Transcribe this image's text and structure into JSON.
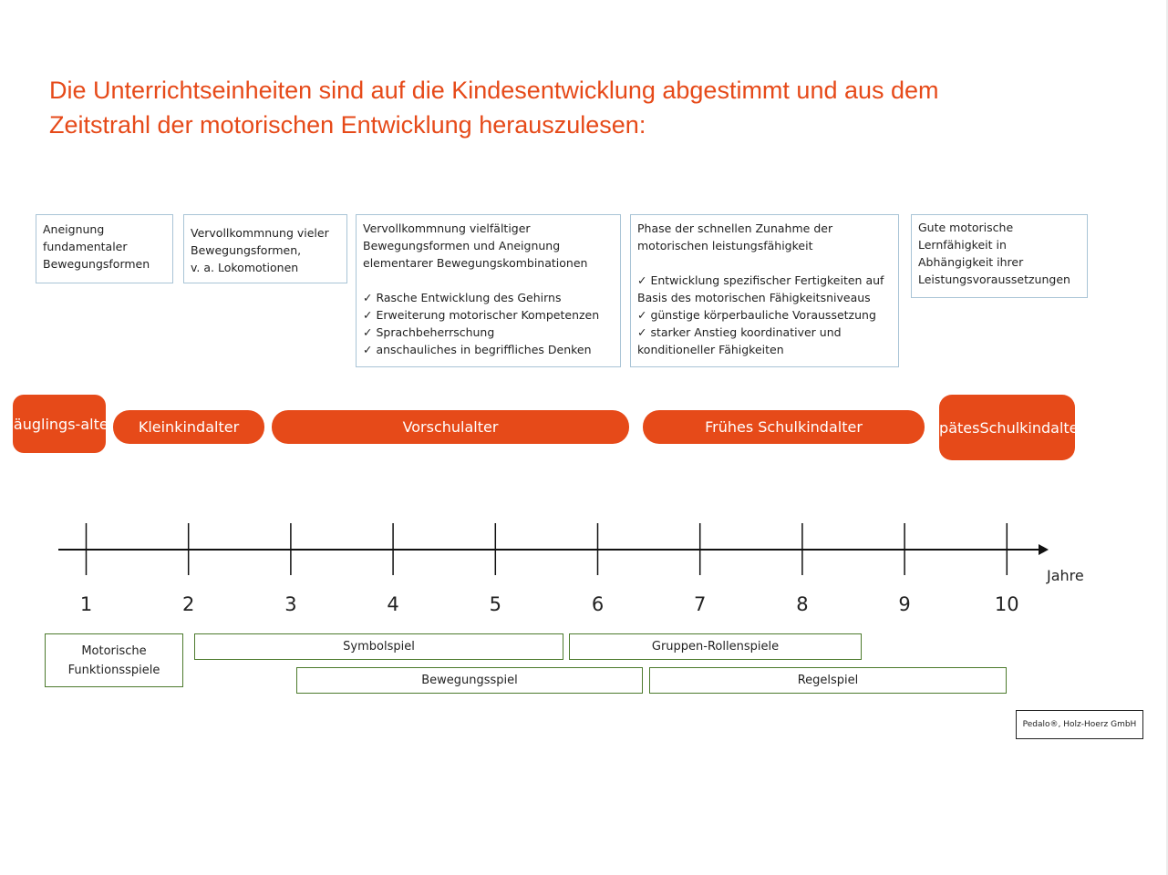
{
  "title": {
    "line1": "Die Unterrichtseinheiten sind auf  die Kindesentwicklung abgestimmt und aus dem",
    "line2": "Zeitstrahl der motorischen Entwicklung herauszulesen:"
  },
  "info_boxes": [
    {
      "lines": [
        "Aneignung",
        "fundamentaler",
        "Bewegungsformen"
      ]
    },
    {
      "lines": [
        "Vervollkommnung vieler",
        "Bewegungsformen,",
        "v. a. Lokomotionen"
      ]
    },
    {
      "lines": [
        "Vervollkommnung vielfältiger",
        "Bewegungsformen und Aneignung",
        "elementarer Bewegungskombinationen",
        "",
        "✓ Rasche Entwicklung des Gehirns",
        "✓ Erweiterung motorischer Kompetenzen",
        "✓ Sprachbeherrschung",
        "✓ anschauliches in begriffliches Denken"
      ]
    },
    {
      "lines": [
        "Phase der schnellen Zunahme der",
        "motorischen leistungsfähigkeit",
        "",
        "✓ Entwicklung spezifischer Fertigkeiten auf",
        "Basis des motorischen Fähigkeitsniveaus",
        "✓ günstige körperbauliche Voraussetzung",
        "✓ starker Anstieg koordinativer und",
        "konditioneller Fähigkeiten"
      ]
    },
    {
      "lines": [
        "Gute motorische",
        "Lernfähigkeit in",
        "Abhängigkeit ihrer",
        "Leistungsvoraussetzungen"
      ]
    }
  ],
  "phases": [
    {
      "lines": [
        "Säuglings-",
        "alter"
      ]
    },
    {
      "lines": [
        "Kleinkindalter"
      ]
    },
    {
      "lines": [
        "Vorschulalter"
      ]
    },
    {
      "lines": [
        "Frühes Schulkindalter"
      ]
    },
    {
      "lines": [
        "Spätes",
        "Schulkindalter"
      ]
    }
  ],
  "timeline": {
    "ticks": [
      "1",
      "2",
      "3",
      "4",
      "5",
      "6",
      "7",
      "8",
      "9",
      "10"
    ],
    "unit": "Jahre"
  },
  "play_types": [
    {
      "lines": [
        "Motorische",
        "Funktionsspiele"
      ]
    },
    {
      "lines": [
        "Symbolspiel"
      ]
    },
    {
      "lines": [
        "Gruppen-Rollenspiele"
      ]
    },
    {
      "lines": [
        "Bewegungsspiel"
      ]
    },
    {
      "lines": [
        "Regelspiel"
      ]
    }
  ],
  "credit": "Pedalo®, Holz-Hoerz GmbH",
  "colors": {
    "accent": "#e64a19",
    "info_border": "#a9c4d6",
    "play_border": "#4c7a2c",
    "axis": "#111111"
  }
}
